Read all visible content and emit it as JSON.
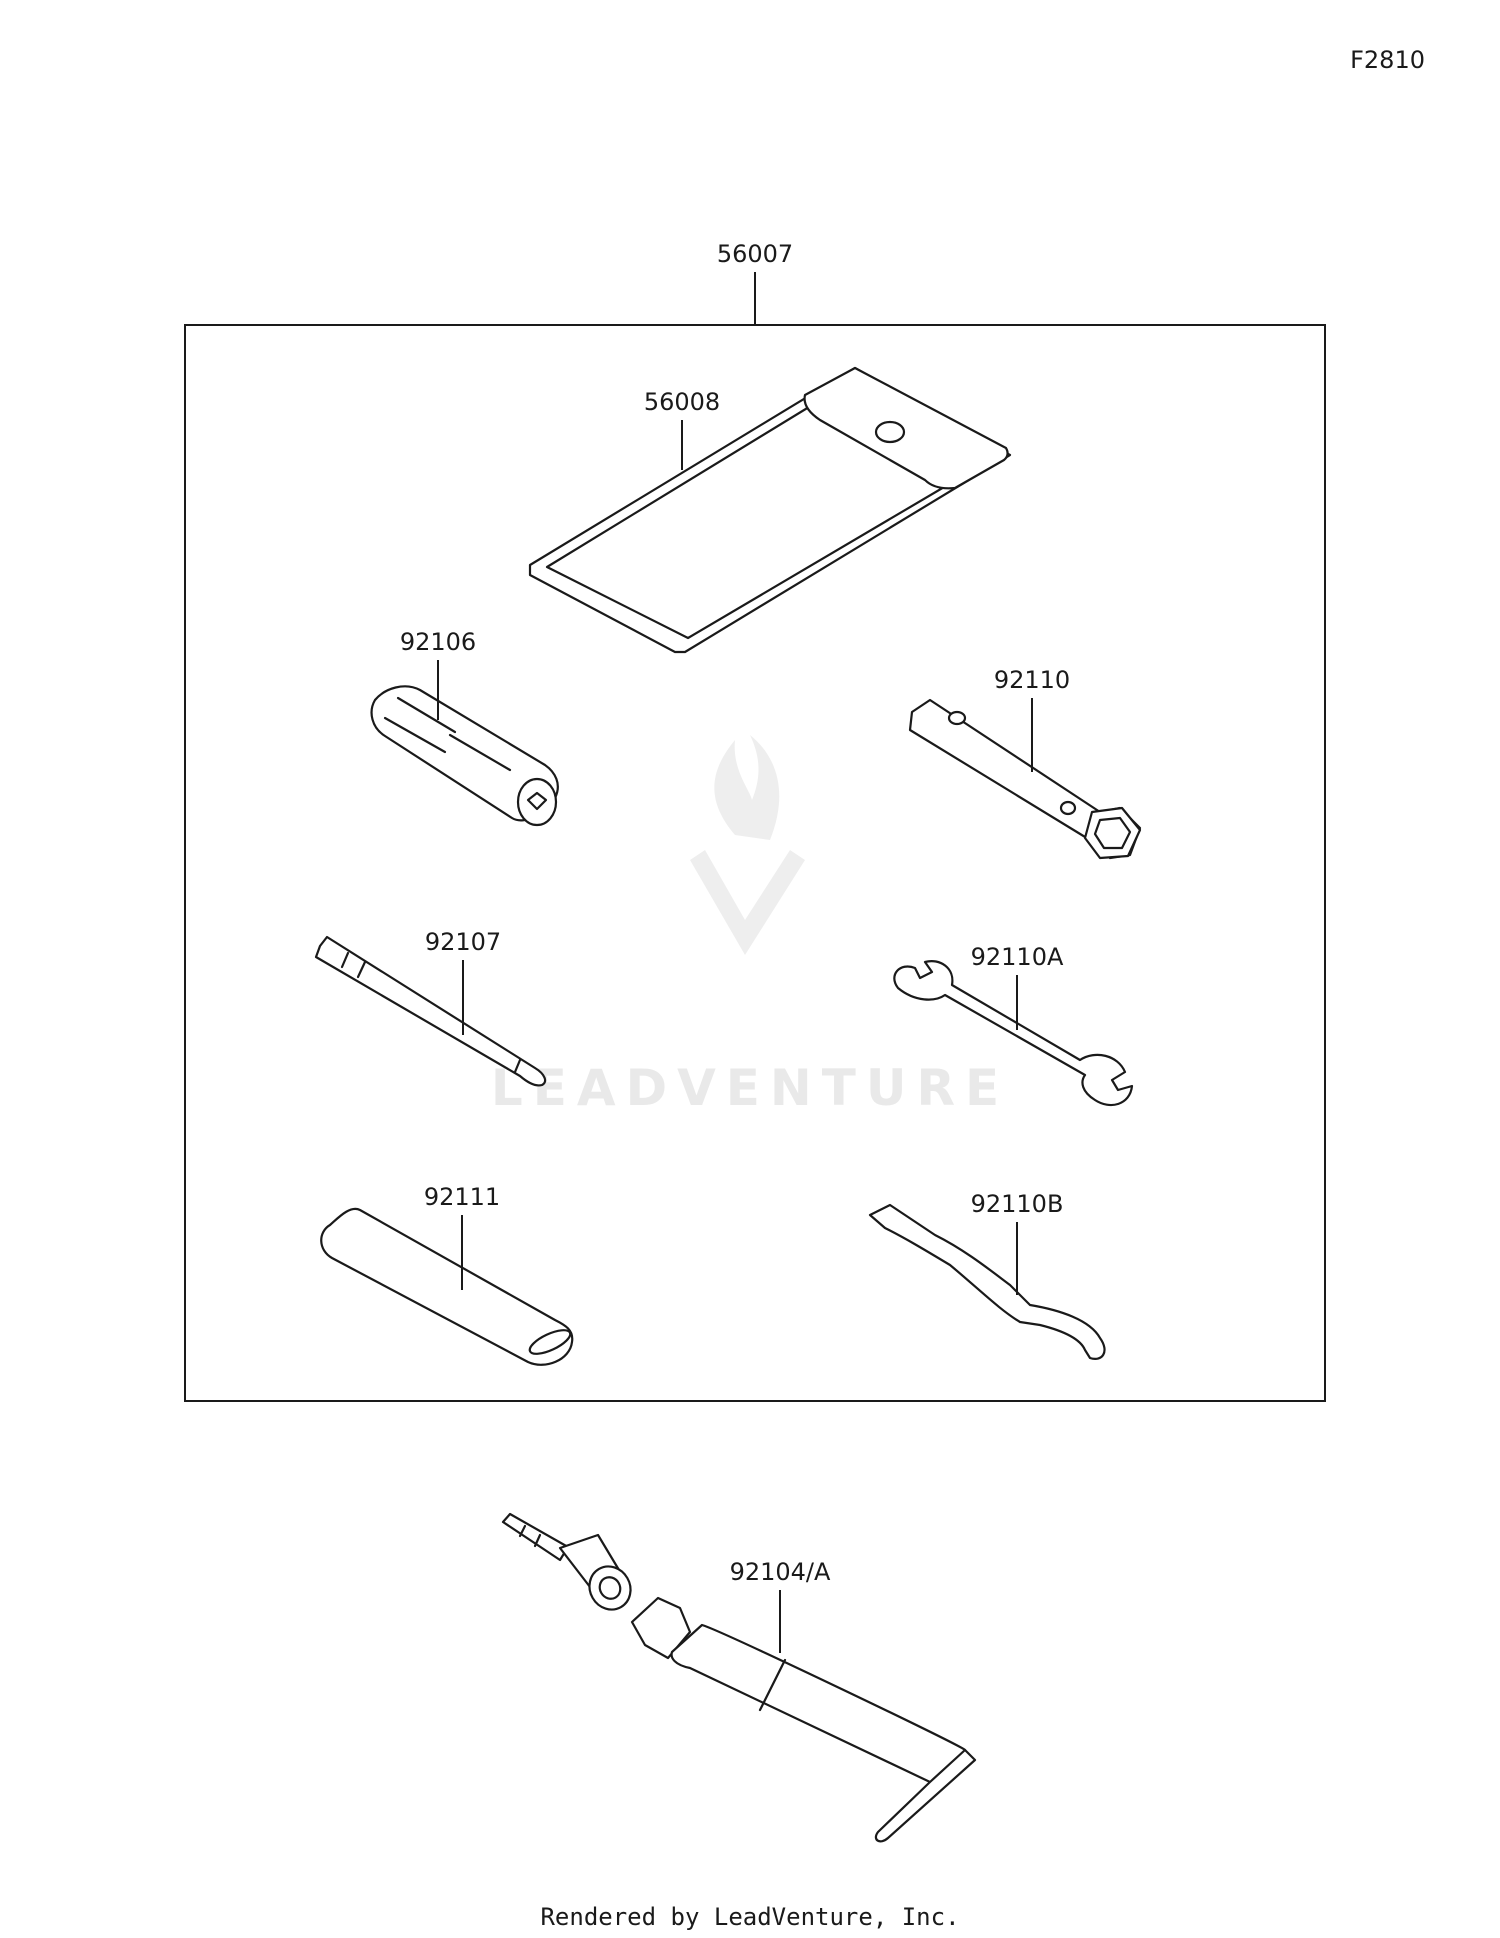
{
  "figure_code": "F2810",
  "assembly_label": "56007",
  "parts": {
    "pouch": "56008",
    "screwdriver_grip": "92106",
    "screwdriver_bit": "92107",
    "box_wrench": "92110",
    "open_end_wrench": "92110A",
    "hook_wrench": "92110B",
    "extension_bar": "92111",
    "repair_kit": "92104/A"
  },
  "watermark": "LEADVENTURE",
  "footer": "Rendered by LeadVenture, Inc."
}
